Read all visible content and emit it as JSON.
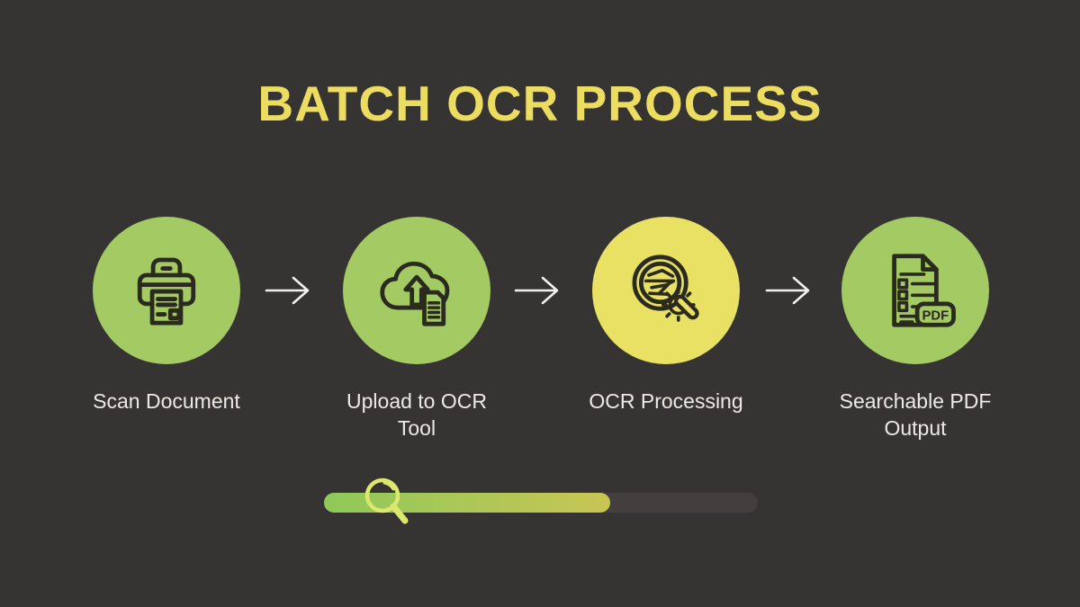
{
  "title": "BATCH OCR PROCESS",
  "colors": {
    "background": "#363433",
    "title": "#ecdd60",
    "green": "#a4ca64",
    "yellow": "#e9e163",
    "icon_stroke": "#2b2a1e",
    "label": "#edeae5",
    "arrow": "#f2f0ec",
    "bar_track": "#423f3d",
    "bar_fill_start": "#8ec95a",
    "bar_fill_end": "#c9c553",
    "magnifier": "#dbe76d"
  },
  "steps": [
    {
      "label": "Scan Document",
      "icon": "printer-icon",
      "circle_color": "#a4ca64"
    },
    {
      "label": "Upload to OCR Tool",
      "icon": "cloud-upload-icon",
      "circle_color": "#a4ca64"
    },
    {
      "label": "OCR Processing",
      "icon": "ocr-magnifier-gear-icon",
      "circle_color": "#e9e163"
    },
    {
      "label": "Searchable PDF Output",
      "icon": "pdf-document-icon",
      "circle_color": "#a4ca64",
      "badge": "PDF"
    }
  ],
  "progress": {
    "percent": 66,
    "marker_position_percent": 13.5,
    "marker_icon": "magnifier-icon"
  }
}
